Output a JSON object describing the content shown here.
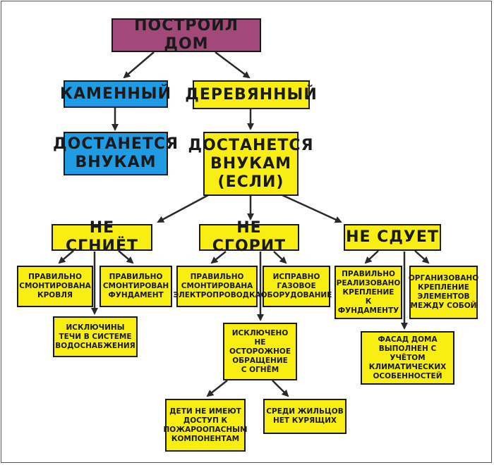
{
  "colors": {
    "root": "#a3497a",
    "stone": "#1f9ce3",
    "wood": "#f8ee11",
    "outline": "#1a1a1a"
  },
  "nodes": {
    "root": "ПОСТРОИЛ ДОМ",
    "stone": "КАМЕННЫЙ",
    "stone_result": "ДОСТАНЕТСЯ\nВНУКАМ",
    "wood": "ДЕРЕВЯННЫЙ",
    "wood_result": "ДОСТАНЕТСЯ\nВНУКАМ\n(ЕСЛИ)",
    "no_rot": "НЕ СГНИЁТ",
    "no_burn": "НЕ СГОРИТ",
    "no_blow": "НЕ СДУЕТ",
    "rot_roof": "ПРАВИЛЬНО\nСМОНТИРОВАНА\nКРОВЛЯ",
    "rot_foundation": "ПРАВИЛЬНО\nСМОНТИРОВАН\nФУНДАМЕНТ",
    "rot_leaks": "ИСКЛЮЧИНЫ\nТЕЧИ В СИСТЕМЕ\nВОДОСНАБЖЕНИЯ",
    "burn_wiring": "ПРАВИЛЬНО\nСМОНТИРОВАНА\nЭЛЕКТРОПРОВОДКА",
    "burn_gas": "ИСПРАВНО\nГАЗОВОЕ\nОБОРУДОВАНИЕ",
    "burn_fire": "ИСКЛЮЧЕНО\nНЕ ОСТОРОЖНОЕ\nОБРАЩЕНИЕ\nС ОГНЁМ",
    "burn_children": "ДЕТИ НЕ ИМЕЮТ\nДОСТУП К\nПОЖАРООПАСНЫМ\nКОМПОНЕНТАМ",
    "burn_smokers": "СРЕДИ ЖИЛЬЦОВ\nНЕТ КУРЯЩИХ",
    "blow_fixing": "ПРАВИЛЬНО\nРЕАЛИЗОВАНО\nКРЕПЛЕНИЕ\nК ФУНДАМЕНТУ",
    "blow_elements": "ОРГАНИЗОВАНО\nКРЕПЛЕНИЕ\nЭЛЕМЕНТОВ\nМЕЖДУ СОБОЙ",
    "blow_facade": "ФАСАД ДОМА\nВЫПОЛНЕН С УЧЁТОМ\nКЛИМАТИЧЕСКИХ\nОСОБЕННОСТЕЙ"
  }
}
